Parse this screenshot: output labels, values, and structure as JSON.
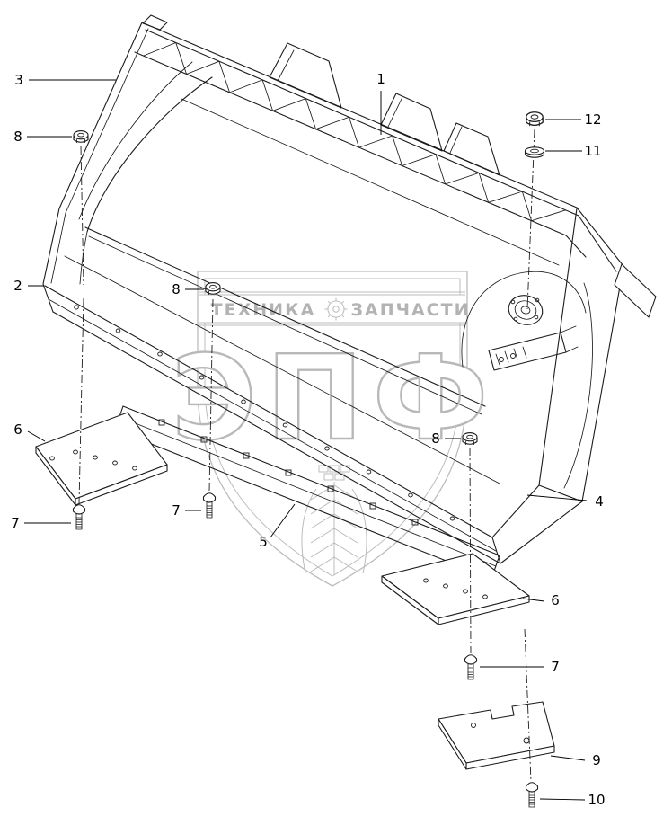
{
  "watermark": {
    "brand_left": "ТЕХНИКА",
    "brand_right": "ЗАПЧАСТИ",
    "monogram": "ЭПФ"
  },
  "colors": {
    "background": "#ffffff",
    "line": "#1c1c1c",
    "watermark": "#b8b8b8"
  },
  "callouts": [
    {
      "id": "callout-1",
      "label": "1"
    },
    {
      "id": "callout-2",
      "label": "2"
    },
    {
      "id": "callout-3",
      "label": "3"
    },
    {
      "id": "callout-4",
      "label": "4"
    },
    {
      "id": "callout-5",
      "label": "5"
    },
    {
      "id": "callout-6-left",
      "label": "6"
    },
    {
      "id": "callout-6-right",
      "label": "6"
    },
    {
      "id": "callout-7-left",
      "label": "7"
    },
    {
      "id": "callout-7-mid",
      "label": "7"
    },
    {
      "id": "callout-7-right",
      "label": "7"
    },
    {
      "id": "callout-8-left",
      "label": "8"
    },
    {
      "id": "callout-8-mid",
      "label": "8"
    },
    {
      "id": "callout-8-right",
      "label": "8"
    },
    {
      "id": "callout-9",
      "label": "9"
    },
    {
      "id": "callout-10",
      "label": "10"
    },
    {
      "id": "callout-11",
      "label": "11"
    },
    {
      "id": "callout-12",
      "label": "12"
    }
  ]
}
